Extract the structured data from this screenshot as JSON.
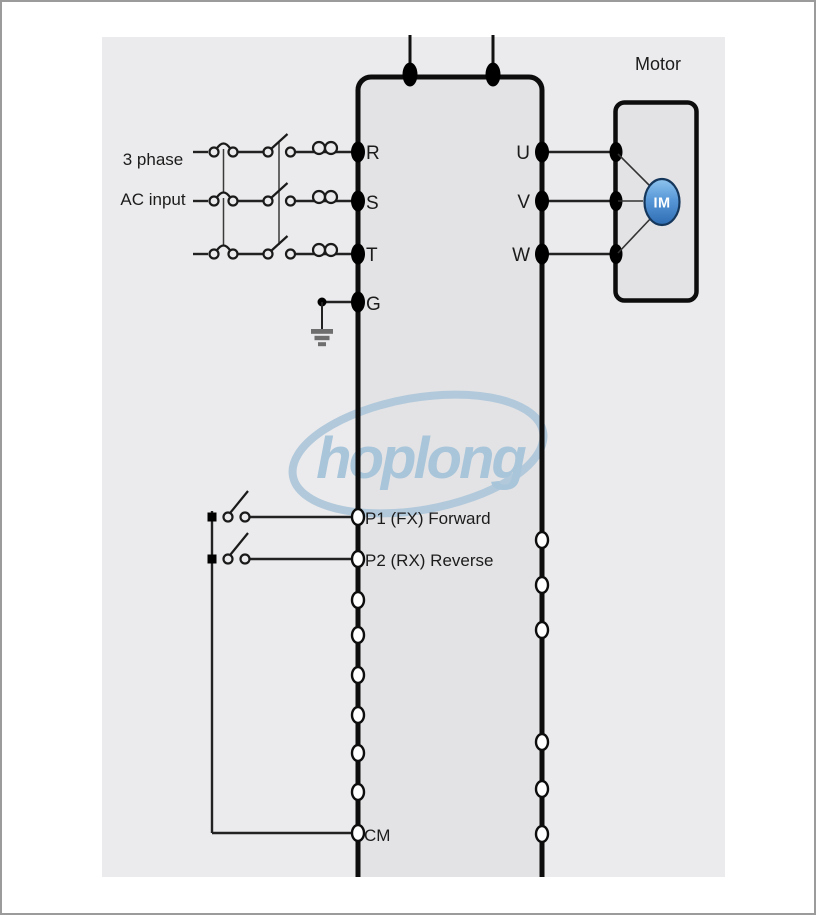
{
  "watermark": {
    "text": "hoplong"
  },
  "input_section": {
    "label_line1": "3 phase",
    "label_line2": "AC input"
  },
  "inverter": {
    "terminals": {
      "r": "R",
      "s": "S",
      "t": "T",
      "g": "G",
      "u": "U",
      "v": "V",
      "w": "W",
      "p1": "P1 (FX) Forward",
      "p2": "P2 (RX) Reverse",
      "cm": "CM"
    }
  },
  "motor": {
    "label": "Motor",
    "symbol": "IM"
  },
  "colors": {
    "panel_bg": "#ebebed",
    "box_fill": "#e3e3e5",
    "line": "#1f1f1f",
    "watermark_blue": "#a9c5da",
    "motor_blue": "#3f7fc4"
  }
}
